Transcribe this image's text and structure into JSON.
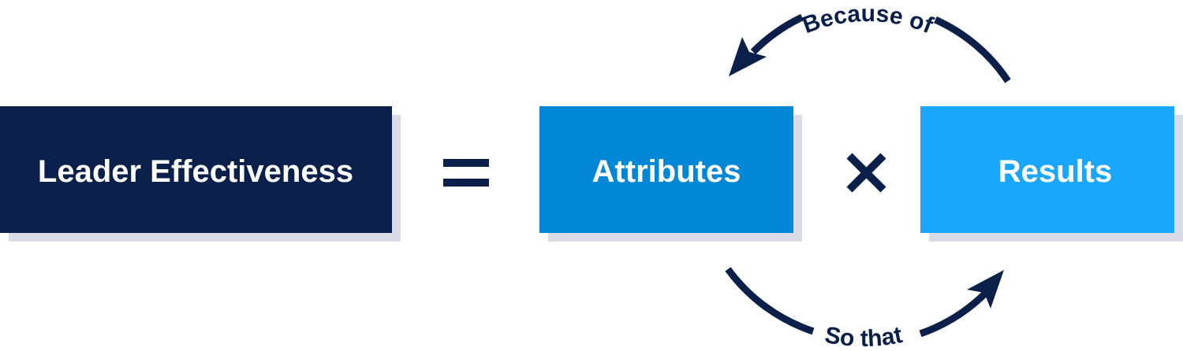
{
  "colors": {
    "navy": "#0a1f4a",
    "attributes_blue": "#0286d6",
    "results_blue": "#19a7fb",
    "shadow": "#d9dce4"
  },
  "boxes": {
    "leader": {
      "label": "Leader Effectiveness"
    },
    "attributes": {
      "label": "Attributes"
    },
    "results": {
      "label": "Results"
    }
  },
  "operators": {
    "equals": {
      "icon": "equals-sign"
    },
    "times": {
      "icon": "multiplication-sign"
    }
  },
  "arrows": {
    "top": {
      "label": "Because of",
      "direction": "results-to-attributes"
    },
    "bottom": {
      "label": "So that",
      "direction": "attributes-to-results"
    }
  }
}
